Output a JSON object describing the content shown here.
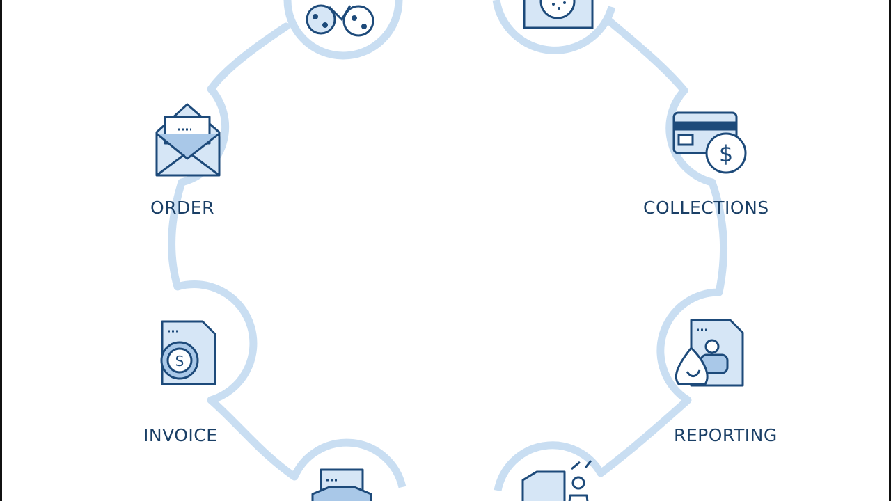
{
  "diagram": {
    "stages": {
      "order": "ORDER",
      "collections": "COLLECTIONS",
      "invoice": "INVOICE",
      "reporting": "REPORTING"
    },
    "icons": {
      "top_left": "people-icon",
      "top_right": "document-seal-icon",
      "order": "envelope-letter-icon",
      "collections": "credit-card-dollar-icon",
      "invoice": "invoice-dollar-icon",
      "reporting": "report-user-icon",
      "bottom_left": "inbox-document-icon",
      "bottom_right": "document-person-icon"
    },
    "colors": {
      "ring": "#c9def2",
      "icon_stroke": "#1d4a7a",
      "icon_fill": "#d6e6f6",
      "icon_fill_dark": "#a9c8e8",
      "label": "#1a3f66"
    }
  }
}
